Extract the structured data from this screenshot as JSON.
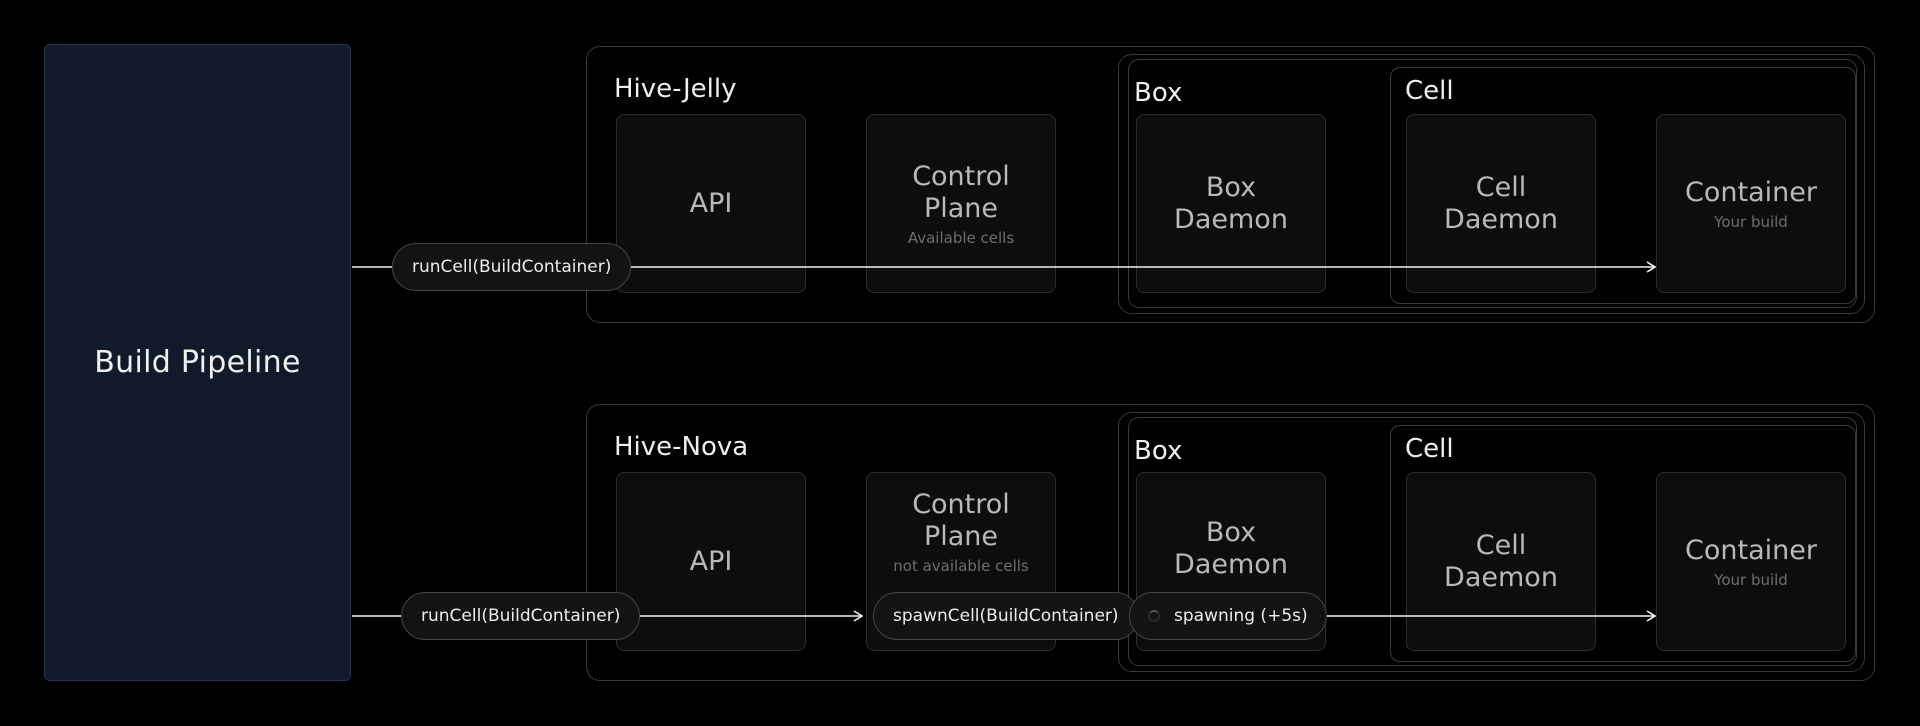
{
  "build_pipeline": {
    "label": "Build Pipeline"
  },
  "hives": [
    {
      "name": "Hive-Jelly",
      "api_label": "API",
      "control_plane": {
        "title": "Control\nPlane",
        "subtitle": "Available cells"
      },
      "box": {
        "label": "Box",
        "daemon": "Box\nDaemon"
      },
      "cell": {
        "label": "Cell",
        "daemon": "Cell\nDaemon"
      },
      "container": {
        "title": "Container",
        "subtitle": "Your build"
      },
      "calls": {
        "run": "runCell(BuildContainer)"
      }
    },
    {
      "name": "Hive-Nova",
      "api_label": "API",
      "control_plane": {
        "title": "Control\nPlane",
        "subtitle": "not available cells"
      },
      "box": {
        "label": "Box",
        "daemon": "Box\nDaemon"
      },
      "cell": {
        "label": "Cell",
        "daemon": "Cell\nDaemon"
      },
      "container": {
        "title": "Container",
        "subtitle": "Your build"
      },
      "calls": {
        "run": "runCell(BuildContainer)",
        "spawn": "spawnCell(BuildContainer)",
        "spawning": "spawning (+5s)"
      }
    }
  ],
  "colors": {
    "background": "#000000",
    "pipeline_fill": "#111a2a",
    "arrow": "#f2f2f2"
  }
}
